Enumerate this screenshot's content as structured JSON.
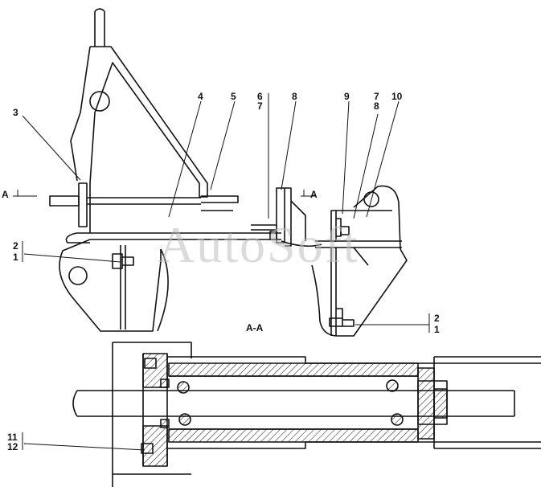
{
  "watermark": "AutoSoft",
  "section_title": "A-A",
  "section_marks": {
    "left": "A",
    "right": "A"
  },
  "callouts": {
    "c3": "3",
    "c4": "4",
    "c5": "5",
    "c6": "6",
    "c7": "7",
    "c8": "8",
    "c9": "9",
    "c7b": "7",
    "c8b": "8",
    "c10": "10",
    "c2": "2",
    "c1": "1",
    "c2b": "2",
    "c1b": "1",
    "c11": "11",
    "c12": "12"
  },
  "colors": {
    "ink": "#111111",
    "paper": "#ffffff",
    "watermark": "#bebebe"
  }
}
